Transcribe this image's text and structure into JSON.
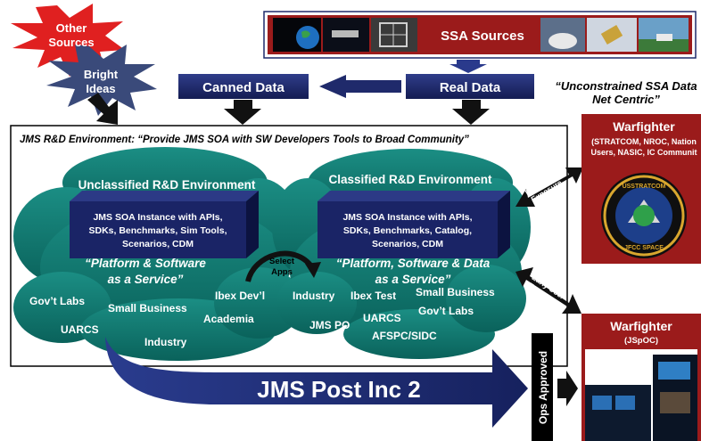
{
  "header": {
    "ssa_sources_label": "SSA Sources",
    "canned_data_label": "Canned Data",
    "real_data_label": "Real Data",
    "unconstrained_line1": "“Unconstrained SSA Data",
    "unconstrained_line2": "Net Centric”"
  },
  "bursts": {
    "other_sources_line1": "Other",
    "other_sources_line2": "Sources",
    "bright_ideas_line1": "Bright",
    "bright_ideas_line2": "Ideas"
  },
  "environment": {
    "title": "JMS R&D Environment:  “Provide JMS SOA with SW Developers Tools to Broad Community”"
  },
  "unclassified": {
    "title": "Unclassified R&D Environment",
    "box_lines": [
      "JMS  SOA Instance with APIs,",
      "SDKs, Benchmarks, Sim Tools,",
      "Scenarios, CDM"
    ],
    "tagline_line1": "“Platform & Software",
    "tagline_line2": "as a Service”",
    "participants": {
      "govt_labs": "Gov’t Labs",
      "uarcs": "UARCS",
      "small_business": "Small Business",
      "industry": "Industry",
      "ibex_devl": "Ibex Dev’l",
      "academia": "Academia"
    }
  },
  "classified": {
    "title": "Classified R&D Environment",
    "box_lines": [
      "JMS  SOA Instance with APIs,",
      "SDKs, Benchmarks, Catalog,",
      "Scenarios, CDM"
    ],
    "tagline_line1": "“Platform, Software & Data",
    "tagline_line2": "as a Service”",
    "participants": {
      "industry": "Industry",
      "ibex_test": "Ibex Test",
      "small_business": "Small Business",
      "govt_labs": "Gov’t Labs",
      "jms_po": "JMS PO",
      "uarcs": "UARCS",
      "afspc_sidc": "AFSPC/SIDC"
    }
  },
  "select_apps": {
    "line1": "Select",
    "line2": "Apps"
  },
  "early_user_top": {
    "line1": "Early User",
    "line2": "Exposure"
  },
  "early_user_bottom": {
    "line1": "Early User",
    "line2": "Exposure"
  },
  "warfighter_top": {
    "title": "Warfighter",
    "line1": "(STRATCOM, NROC, Nation",
    "line2": "Users, NASIC, IC Communit",
    "seal_top": "USSTRATCOM",
    "seal_bottom": "JFCC SPACE"
  },
  "warfighter_bottom": {
    "title": "Warfighter",
    "subtitle": "(JSpOC)"
  },
  "big_arrow_label": "JMS Post Inc 2",
  "ops_approved_label": "Ops Approved",
  "colors": {
    "navy": "#1f2a6b",
    "teal": "#0f7a72",
    "maroon": "#9b1b1b",
    "red_burst": "#e02020",
    "gray_burst": "#3a4a7a"
  }
}
